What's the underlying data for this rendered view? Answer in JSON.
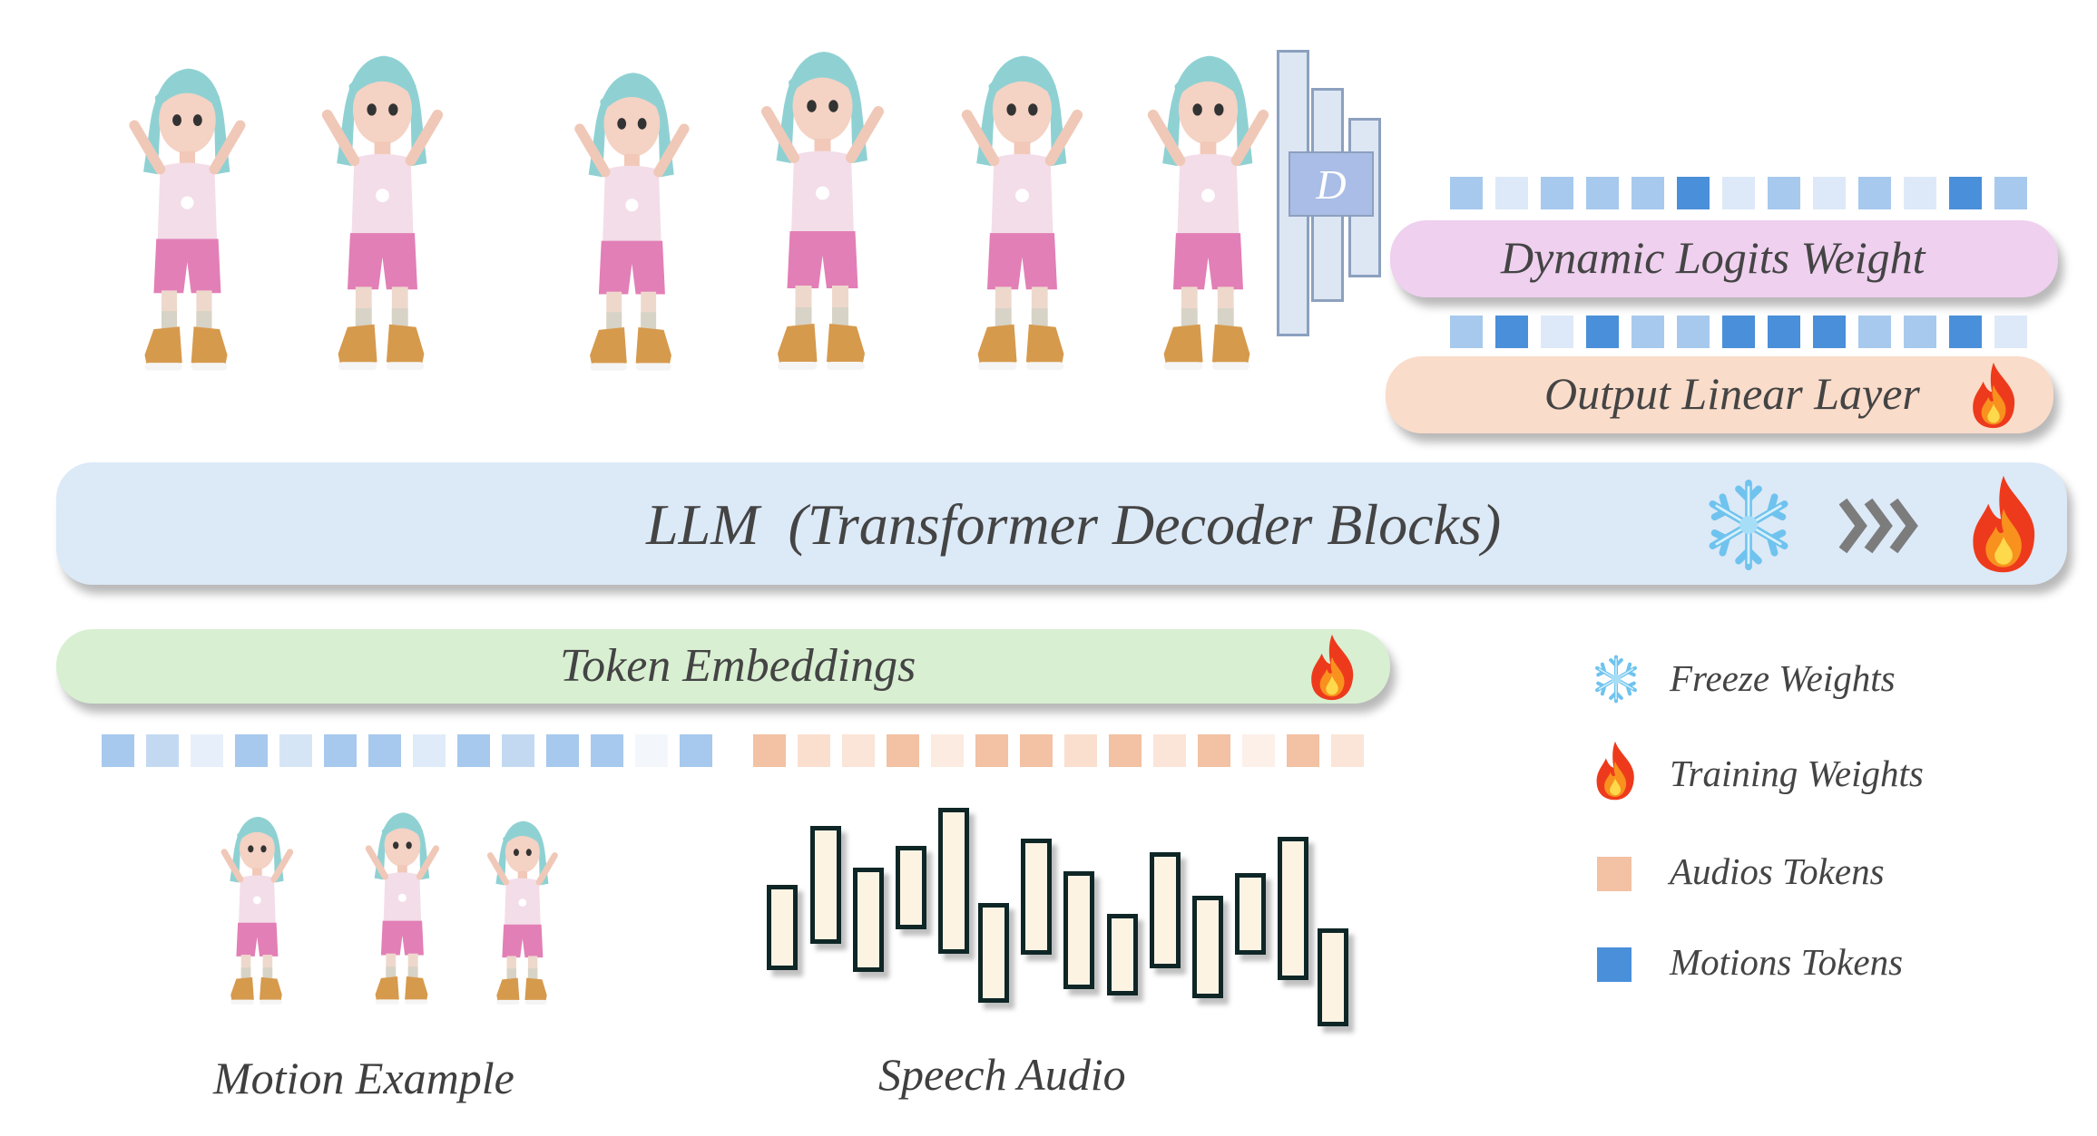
{
  "bars": {
    "dynamic_logits": "Dynamic Logits Weight",
    "output_linear": "Output Linear Layer",
    "llm": "LLM  (Transformer Decoder Blocks)",
    "token_embeddings": "Token Embeddings"
  },
  "discriminator_label": "D",
  "captions": {
    "motion_example": "Motion Example",
    "speech_audio": "Speech Audio"
  },
  "legend": {
    "freeze": "Freeze Weights",
    "training": "Training Weights",
    "audio": "Audios Tokens",
    "motion": "Motions Tokens"
  },
  "icons": [
    "fire-icon",
    "snowflake-icon",
    "chevron-right-icon"
  ],
  "colors": {
    "motion_token": "#4a8fd9",
    "audio_token": "#f3b896",
    "llm_bar": "#dce9f7",
    "embed_bar": "#d8efd2",
    "dynamic_bar": "#efd0ef",
    "output_bar": "#fadcca"
  }
}
